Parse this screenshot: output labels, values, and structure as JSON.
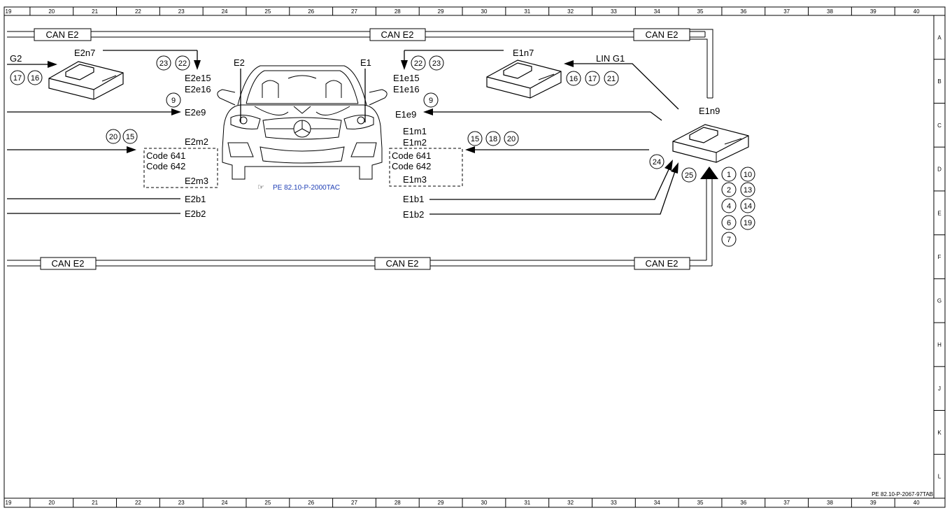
{
  "ruler": {
    "columns": [
      "19",
      "20",
      "21",
      "22",
      "23",
      "24",
      "25",
      "26",
      "27",
      "28",
      "29",
      "30",
      "31",
      "32",
      "33",
      "34",
      "35",
      "36",
      "37",
      "38",
      "39",
      "40"
    ],
    "rows": [
      "A",
      "B",
      "C",
      "D",
      "E",
      "F",
      "G",
      "H",
      "J",
      "K",
      "L"
    ]
  },
  "bus": {
    "top": [
      "CAN E2",
      "CAN E2",
      "CAN E2"
    ],
    "bottom": [
      "CAN E2",
      "CAN E2",
      "CAN E2"
    ]
  },
  "components": {
    "g2": "G2",
    "e2n7": "E2n7",
    "e1n7": "E1n7",
    "lin_g1": "LIN G1",
    "e1n9": "E1n9",
    "e2": "E2",
    "e1": "E1",
    "e2e15": "E2e15",
    "e2e16": "E2e16",
    "e2e9": "E2e9",
    "e2m2": "E2m2",
    "e2m3": "E2m3",
    "e2b1": "E2b1",
    "e2b2": "E2b2",
    "e1e15": "E1e15",
    "e1e16": "E1e16",
    "e1e9": "E1e9",
    "e1m1": "E1m1",
    "e1m2": "E1m2",
    "e1m3": "E1m3",
    "e1b1": "E1b1",
    "e1b2": "E1b2"
  },
  "codes": {
    "left": [
      "Code 641",
      "Code 642"
    ],
    "right": [
      "Code 641",
      "Code 642"
    ]
  },
  "markers": {
    "g2": [
      "17",
      "16"
    ],
    "e2e15": [
      "23",
      "22"
    ],
    "e2e9": [
      "9"
    ],
    "e2m2": [
      "20",
      "15"
    ],
    "e1e15": [
      "22",
      "23"
    ],
    "e1e9": [
      "9"
    ],
    "e1m": [
      "15",
      "18",
      "20"
    ],
    "e1n7": [
      "16",
      "17",
      "21"
    ],
    "e1n9_a": [
      "24"
    ],
    "e1n9_b": [
      "25"
    ],
    "e1n9_grid": [
      "1",
      "10",
      "2",
      "13",
      "4",
      "14",
      "6",
      "19",
      "7"
    ]
  },
  "reference": {
    "link": "PE 82.10-P-2000TAC",
    "doc_id": "PE 82.10-P-2067-97TAB"
  },
  "colors": {
    "link": "#1f3fb5",
    "ink": "#000000",
    "paper": "#ffffff"
  }
}
